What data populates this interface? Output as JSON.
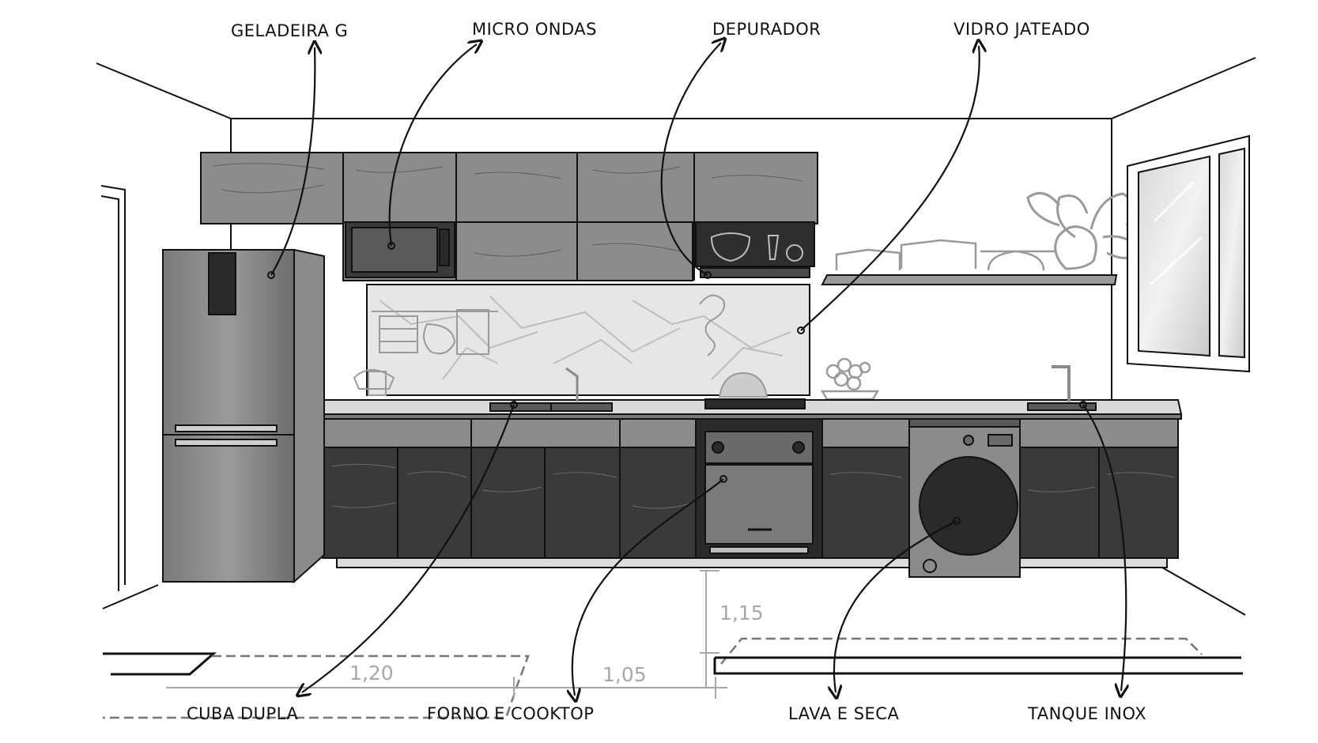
{
  "labels": {
    "geladeira": "GELADEIRA G",
    "micro_ondas": "MICRO ONDAS",
    "depurador": "DEPURADOR",
    "vidro": "VIDRO JATEADO",
    "cuba": "CUBA DUPLA",
    "forno": "FORNO E COOKTOP",
    "lava": "LAVA E SECA",
    "tanque": "TANQUE INOX"
  },
  "dimensions": {
    "d120": "1,20",
    "d105": "1,05",
    "d115": "1,15"
  },
  "colors": {
    "line": "#111111",
    "wood": "#8c8c8c",
    "dark_wood": "#3a3a3a",
    "marble": "#e6e6e6",
    "dim": "#a8a8a8"
  }
}
